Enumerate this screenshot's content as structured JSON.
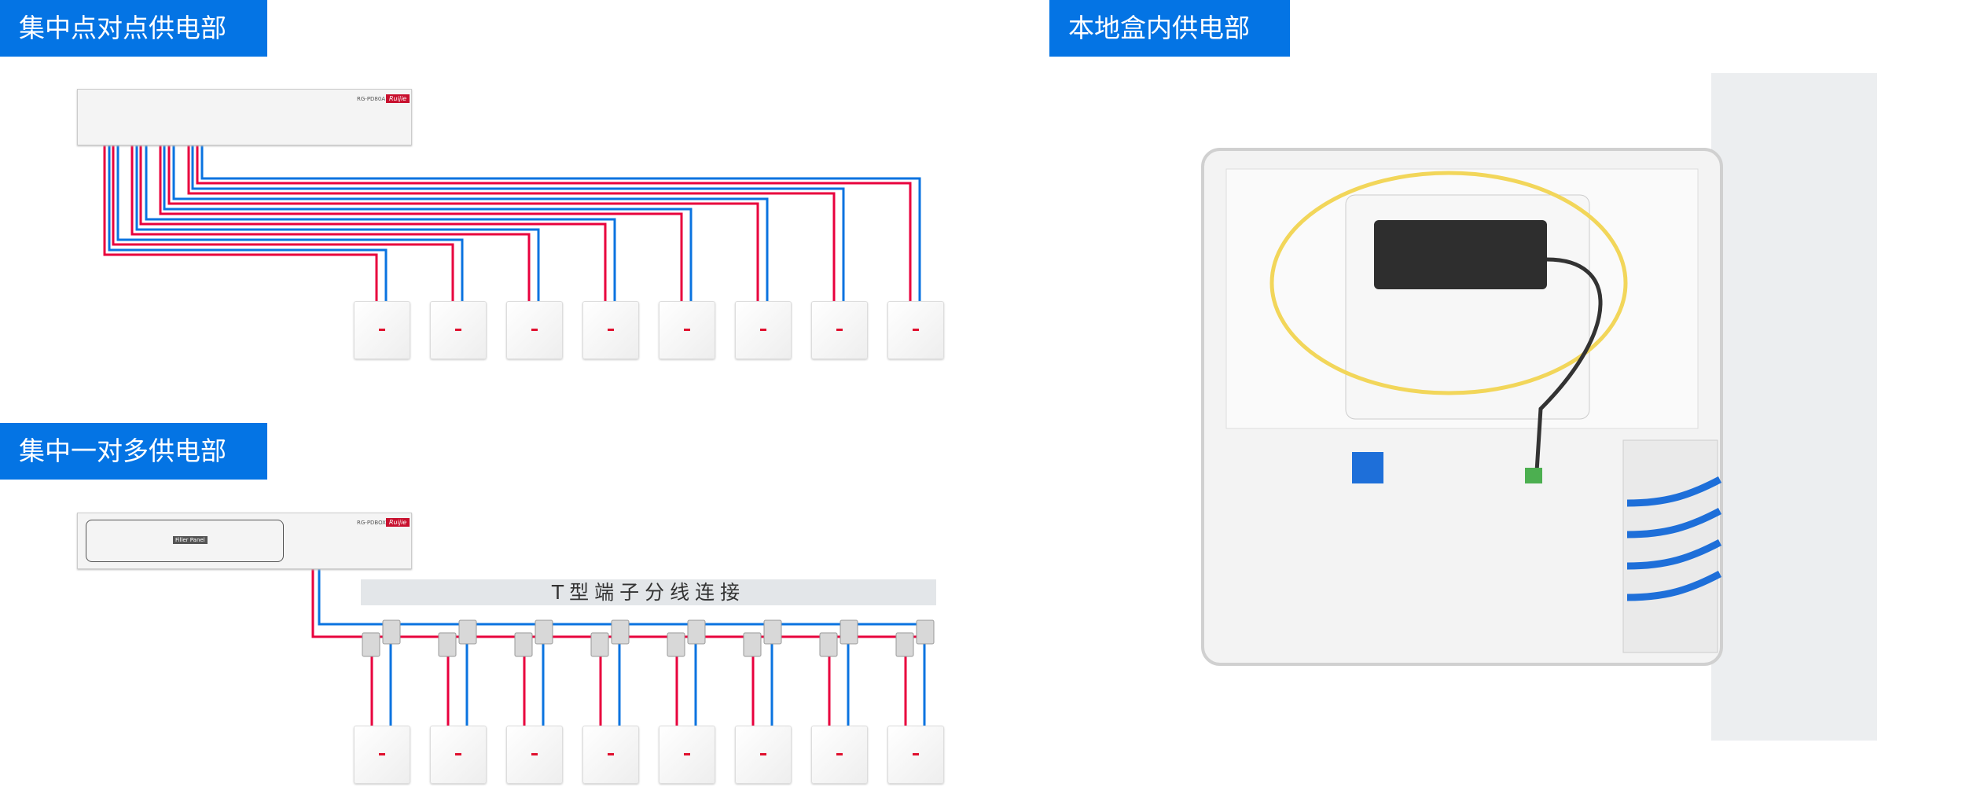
{
  "titles": {
    "p2p": "集中点对点供电部署",
    "p2m": "集中一对多供电部署",
    "local": "本地盒内供电部署"
  },
  "tbar_label": "T型端子分线连接",
  "devices": {
    "pd8": {
      "model": "RG-PD80A",
      "logo": "Ruijie"
    },
    "pdbox": {
      "model": "RG-PDBOX",
      "logo": "Ruijie",
      "panel": "Filler Panel"
    }
  },
  "ap_count": 8,
  "colors": {
    "accent": "#0474e4",
    "red_wire": "#e8003d",
    "blue_wire": "#0a73e0",
    "ap_led": "#e0102e"
  }
}
